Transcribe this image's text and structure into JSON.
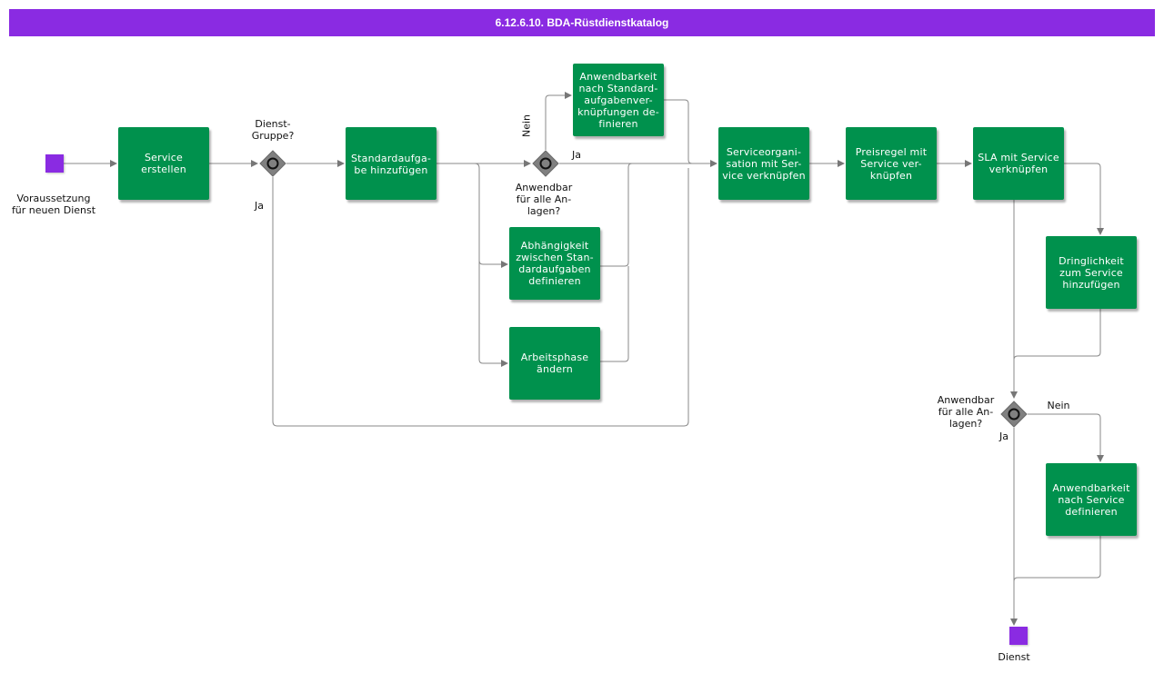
{
  "title": "6.12.6.10. BDA-Rüstdienstkatalog",
  "colors": {
    "header": "#8a2be2",
    "task": "#00914d",
    "event": "#8a2be2",
    "gateway": "#808080",
    "line": "#888888"
  },
  "events": {
    "start_label": "Voraussetzung für neuen Dienst",
    "end_label": "Dienst"
  },
  "tasks": {
    "service_erstellen": "Service erstellen",
    "standardaufgabe": "Standardaufga-be hinzufügen",
    "anwendbarkeit_standard": "Anwendbarkeit nach Standard-aufgabenver-knüpfungen de-finieren",
    "abhaengigkeit": "Abhängigkeit zwischen Stan-dardaufgaben definieren",
    "arbeitsphase": "Arbeitsphase ändern",
    "serviceorganisation": "Serviceorgani-sation mit Ser-vice verknüpfen",
    "preisregel": "Preisregel mit Service ver-knüpfen",
    "sla": "SLA mit Service verknüpfen",
    "dringlichkeit": "Dringlichkeit zum Service hinzufügen",
    "anwendbarkeit_service": "Anwendbarkeit nach Service definieren"
  },
  "gateways": {
    "dienst_gruppe": "Dienst-Gruppe?",
    "anwendbar_1": "Anwendbar für alle An-lagen?",
    "anwendbar_2": "Anwendbar für alle An-lagen?"
  },
  "edge_labels": {
    "ja_dienstgruppe": "Ja",
    "nein_anwendbar_1": "Nein",
    "ja_anwendbar_1": "Ja",
    "nein_anwendbar_2": "Nein",
    "ja_anwendbar_2": "Ja"
  }
}
